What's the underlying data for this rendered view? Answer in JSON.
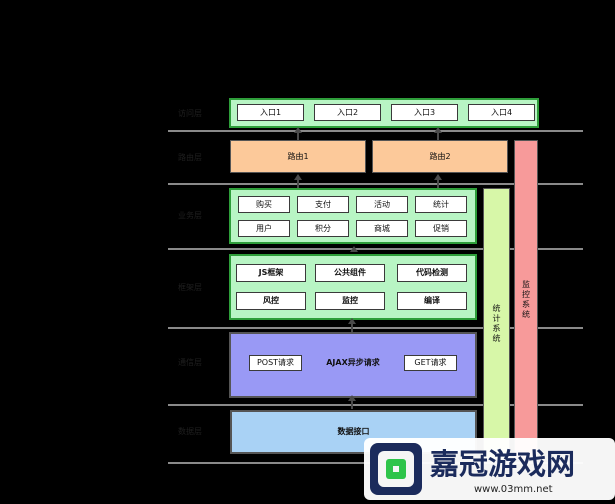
{
  "layers": [
    {
      "label": "访问层"
    },
    {
      "label": "路由层"
    },
    {
      "label": "业务层"
    },
    {
      "label": "框架层"
    },
    {
      "label": "通信层"
    },
    {
      "label": "数据层"
    }
  ],
  "access": {
    "entries": [
      "入口1",
      "入口2",
      "入口3",
      "入口4"
    ]
  },
  "routing": {
    "routes": [
      "路由1",
      "路由2"
    ]
  },
  "business": {
    "row1": [
      "购买",
      "支付",
      "活动",
      "统计"
    ],
    "row2": [
      "用户",
      "积分",
      "商城",
      "促销"
    ]
  },
  "framework": {
    "row1": [
      "JS框架",
      "公共组件",
      "代码检测"
    ],
    "row2": [
      "风控",
      "监控",
      "编译"
    ]
  },
  "communication": {
    "post": "POST请求",
    "ajax": "AJAX异步请求",
    "get": "GET请求"
  },
  "data_layer": {
    "api": "数据接口"
  },
  "side": {
    "stats": "统计系统",
    "monitor": "监控系统"
  },
  "watermark": {
    "title": "嘉冠游戏网",
    "url": "www.03mm.net"
  },
  "colors": {
    "green_panel": "#b8f5c4",
    "green_border": "#2e9e3a",
    "orange": "#fcc99a",
    "purple": "#9999f5",
    "blue": "#a9d2f5",
    "light_green_col": "#d7f7a8",
    "pink_col": "#f79a9a"
  }
}
